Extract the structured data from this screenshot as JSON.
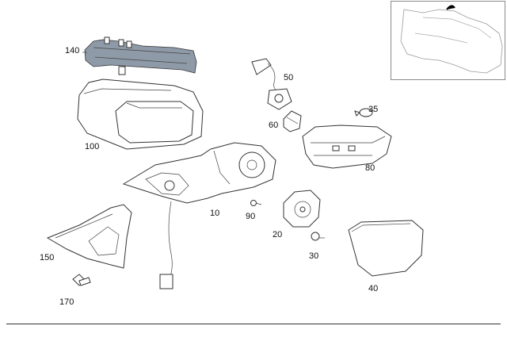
{
  "labels": {
    "p140": "140",
    "p100": "100",
    "p50": "50",
    "p35": "35",
    "p60": "60",
    "p80": "80",
    "p10": "10",
    "p90": "90",
    "p20": "20",
    "p30": "30",
    "p40": "40",
    "p150": "150",
    "p170": "170"
  },
  "colors": {
    "outline": "#333333",
    "part_fill": "#ffffff",
    "shaded_part": "#8f9aa8",
    "inset_border": "#8a8a8a"
  },
  "icons": {
    "inset": "car-top-view-locator",
    "highlight": "mirror-position-marker"
  }
}
